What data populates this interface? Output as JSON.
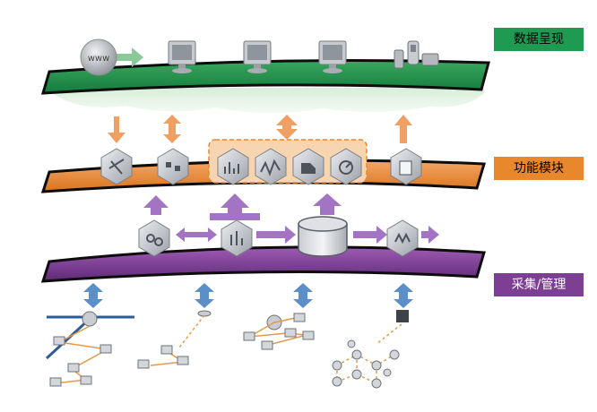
{
  "layers": {
    "presentation": {
      "label": "数据呈现",
      "color": "#1f9a52"
    },
    "function": {
      "label": "功能模块",
      "color": "#e8872c"
    },
    "collection": {
      "label": "采集/管理",
      "color": "#7d3f93"
    }
  },
  "globe": {
    "text": "www"
  },
  "icons": {
    "globe": "globe-icon",
    "monitor": "monitor-icon",
    "mobile": "mobile-devices-icon",
    "module": "module-cube-icon",
    "database": "database-icon",
    "network": "network-topology-icon"
  },
  "colors": {
    "arrow_orange": "#f0a062",
    "arrow_purple": "#a474c4",
    "arrow_blue": "#5b8fc9",
    "cube_gray": "#b9bcc1"
  }
}
